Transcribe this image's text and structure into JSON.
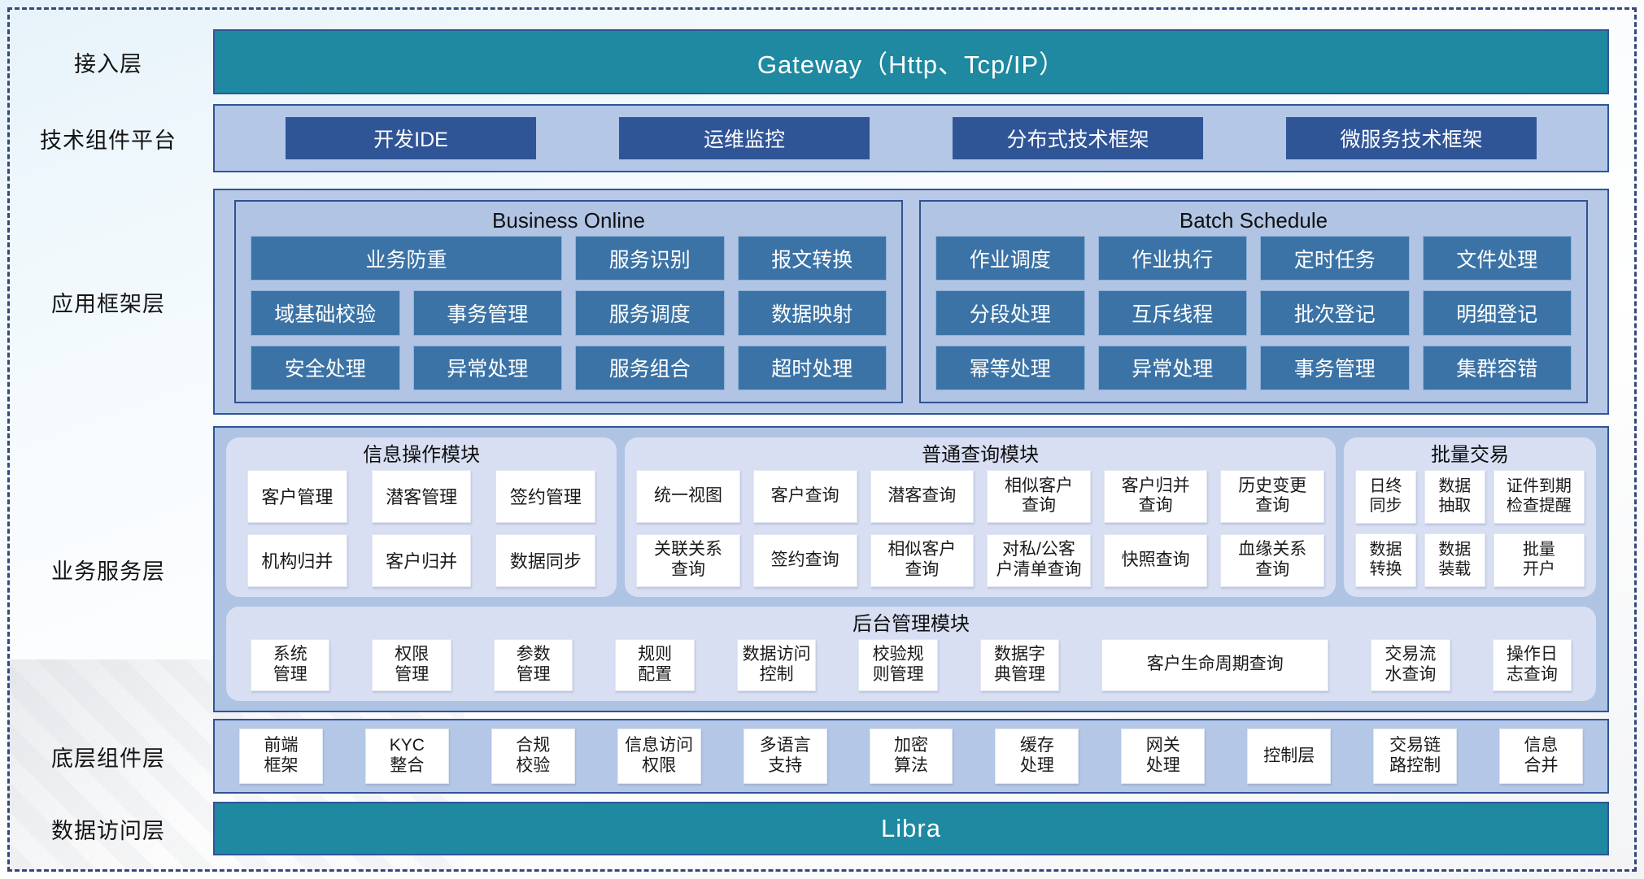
{
  "colors": {
    "teal": "#1E89A0",
    "dark_blue": "#2F5597",
    "steel_blue": "#3C73A6",
    "panel_light_blue": "#B4C7E7",
    "subpanel_lavender": "#D8DFF3",
    "border_navy": "#2F5597",
    "frame_dash_navy": "#34497B"
  },
  "layer_labels": {
    "access": "接入层",
    "tech_platform": "技术组件平台",
    "app_framework": "应用框架层",
    "business_service": "业务服务层",
    "base_components": "底层组件层",
    "data_access": "数据访问层"
  },
  "gateway": {
    "title": "Gateway（Http、Tcp/IP）"
  },
  "tech_platform": {
    "items": [
      "开发IDE",
      "运维监控",
      "分布式技术框架",
      "微服务技术框架"
    ]
  },
  "app_framework": {
    "business_online": {
      "title": "Business Online",
      "cells": [
        {
          "t": "业务防重",
          "span": 2
        },
        {
          "t": "服务识别"
        },
        {
          "t": "报文转换"
        },
        {
          "t": "域基础校验"
        },
        {
          "t": "事务管理"
        },
        {
          "t": "服务调度"
        },
        {
          "t": "数据映射"
        },
        {
          "t": "安全处理"
        },
        {
          "t": "异常处理"
        },
        {
          "t": "服务组合"
        },
        {
          "t": "超时处理"
        }
      ]
    },
    "batch_schedule": {
      "title": "Batch Schedule",
      "cells": [
        {
          "t": "作业调度"
        },
        {
          "t": "作业执行"
        },
        {
          "t": "定时任务"
        },
        {
          "t": "文件处理"
        },
        {
          "t": "分段处理"
        },
        {
          "t": "互斥线程"
        },
        {
          "t": "批次登记"
        },
        {
          "t": "明细登记"
        },
        {
          "t": "幂等处理"
        },
        {
          "t": "异常处理"
        },
        {
          "t": "事务管理"
        },
        {
          "t": "集群容错"
        }
      ]
    }
  },
  "business_service": {
    "info_module": {
      "title": "信息操作模块",
      "cells": [
        "客户管理",
        "潜客管理",
        "签约管理",
        "机构归并",
        "客户归并",
        "数据同步"
      ]
    },
    "query_module": {
      "title": "普通查询模块",
      "cells": [
        "统一视图",
        "客户查询",
        "潜客查询",
        "相似客户\n查询",
        "客户归并\n查询",
        "历史变更\n查询",
        "关联关系\n查询",
        "签约查询",
        "相似客户\n查询",
        "对私/公客\n户清单查询",
        "快照查询",
        "血缘关系\n查询"
      ]
    },
    "batch_trade": {
      "title": "批量交易",
      "cells": [
        "日终\n同步",
        "数据\n抽取",
        "证件到期\n检查提醒",
        "数据\n转换",
        "数据\n装载",
        "批量\n开户"
      ]
    },
    "admin_module": {
      "title": "后台管理模块",
      "cells": [
        {
          "t": "系统\n管理"
        },
        {
          "t": "权限\n管理"
        },
        {
          "t": "参数\n管理"
        },
        {
          "t": "规则\n配置"
        },
        {
          "t": "数据访问\n控制"
        },
        {
          "t": "校验规\n则管理"
        },
        {
          "t": "数据字\n典管理"
        },
        {
          "t": "客户生命周期查询",
          "wide": true
        },
        {
          "t": "交易流\n水查询"
        },
        {
          "t": "操作日\n志查询"
        }
      ]
    }
  },
  "base_components": {
    "items": [
      "前端\n框架",
      "KYC\n整合",
      "合规\n校验",
      "信息访问\n权限",
      "多语言\n支持",
      "加密\n算法",
      "缓存\n处理",
      "网关\n处理",
      "控制层",
      "交易链\n路控制",
      "信息\n合并"
    ]
  },
  "data_access": {
    "title": "Libra"
  }
}
